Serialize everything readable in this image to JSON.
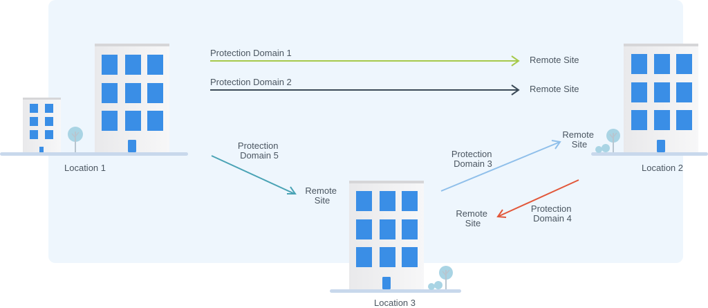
{
  "locations": [
    {
      "label": "Location 1"
    },
    {
      "label": "Location 2"
    },
    {
      "label": "Location 3"
    }
  ],
  "links": [
    {
      "domain": "Protection Domain 1",
      "target": "Remote Site",
      "color": "#a6c94a"
    },
    {
      "domain": "Protection Domain 2",
      "target": "Remote Site",
      "color": "#3b4a57"
    },
    {
      "domain_line1": "Protection",
      "domain_line2": "Domain 5",
      "target_line1": "Remote",
      "target_line2": "Site",
      "color": "#4aa3b5"
    },
    {
      "domain_line1": "Protection",
      "domain_line2": "Domain 3",
      "target_line1": "Remote",
      "target_line2": "Site",
      "color": "#8fbfea"
    },
    {
      "domain_line1": "Protection",
      "domain_line2": "Domain 4",
      "target_line1": "Remote",
      "target_line2": "Site",
      "color": "#e2573a"
    }
  ],
  "colors": {
    "panel": "#eef6fd",
    "building": "#f3f3f4",
    "building_shade": "#e6e6e8",
    "roof": "#d6d6d8",
    "window": "#3a8ee6",
    "ground": "#c8d8ec",
    "tree": "#a9d4e4"
  }
}
